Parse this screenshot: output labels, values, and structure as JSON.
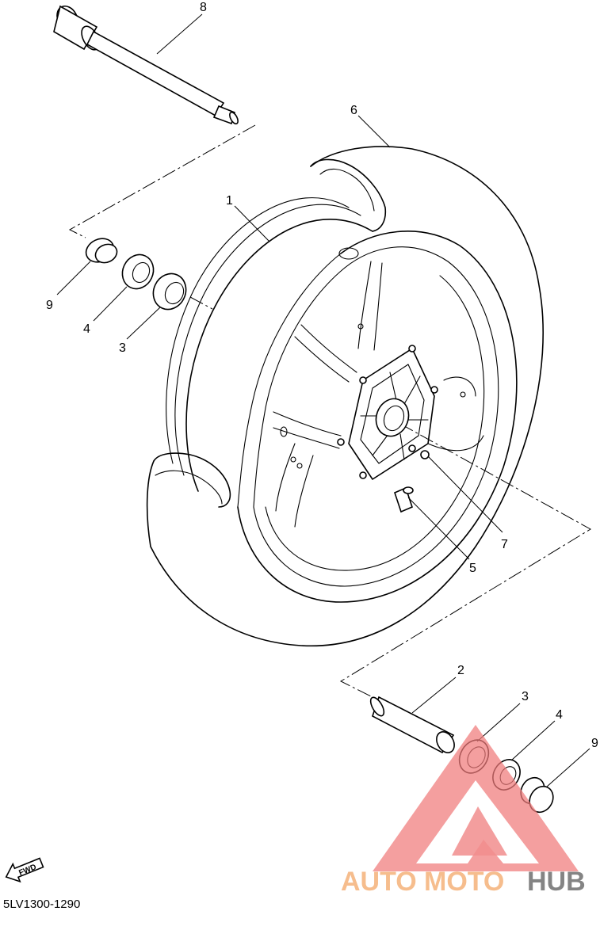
{
  "diagram_code": "5LV1300-1290",
  "fwd_label": "FWD",
  "watermark": {
    "auto": "AUTO",
    "moto": "MOTO",
    "hub": "HUB",
    "auto_color": "#f5b27a",
    "hub_color": "#6f6f6f",
    "triangle_color": "#f07a7a"
  },
  "callouts": {
    "c1": "1",
    "c2": "2",
    "c3a": "3",
    "c3b": "3",
    "c4a": "4",
    "c4b": "4",
    "c5": "5",
    "c6": "6",
    "c7": "7",
    "c8": "8",
    "c9a": "9",
    "c9b": "9"
  }
}
